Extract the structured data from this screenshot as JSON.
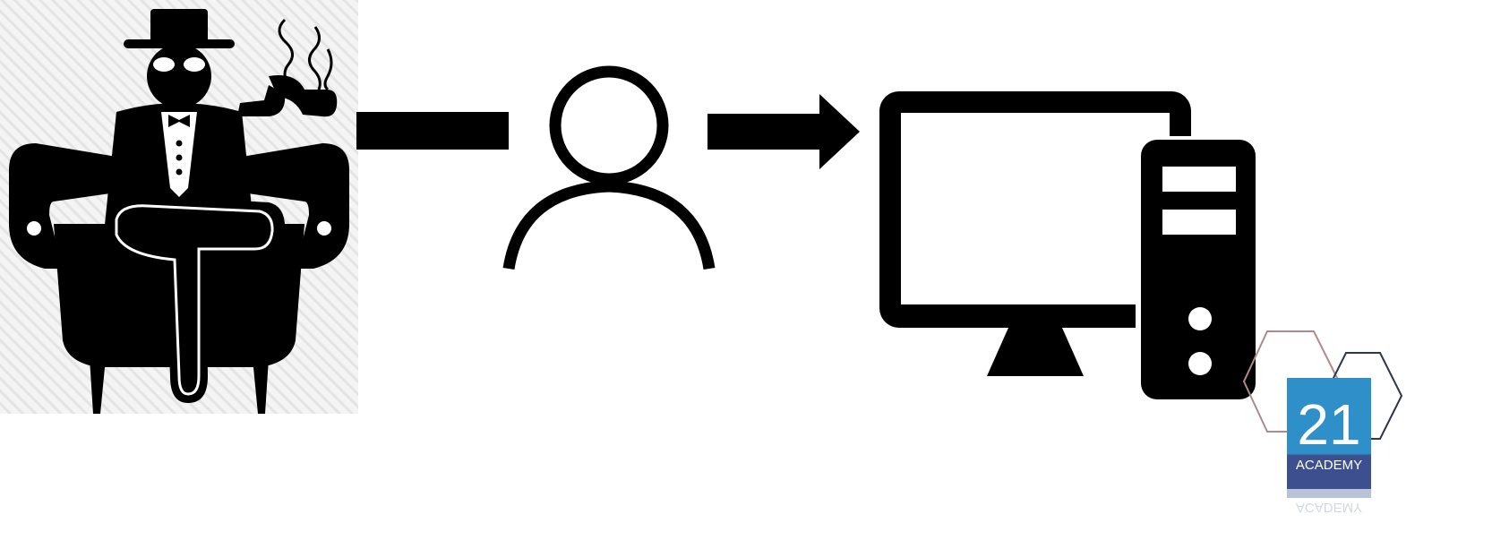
{
  "diagram": {
    "nodes": [
      {
        "id": "boss",
        "icon": "boss-in-armchair-icon"
      },
      {
        "id": "user",
        "icon": "user-outline-icon"
      },
      {
        "id": "computer",
        "icon": "desktop-computer-icon"
      }
    ],
    "edges": [
      {
        "from": "boss",
        "to": "user",
        "style": "line"
      },
      {
        "from": "user",
        "to": "computer",
        "style": "arrow"
      }
    ]
  },
  "logo": {
    "number": "21",
    "word": "ACADEMY",
    "colors": {
      "badge_top": "#2f8fc9",
      "badge_bottom": "#3d4f8f",
      "hex_left": "#b08a8a",
      "hex_right": "#2e3550"
    }
  },
  "colors": {
    "icon": "#000000",
    "background": "#ffffff",
    "boss_background_stripe": "#e6e6e6"
  }
}
